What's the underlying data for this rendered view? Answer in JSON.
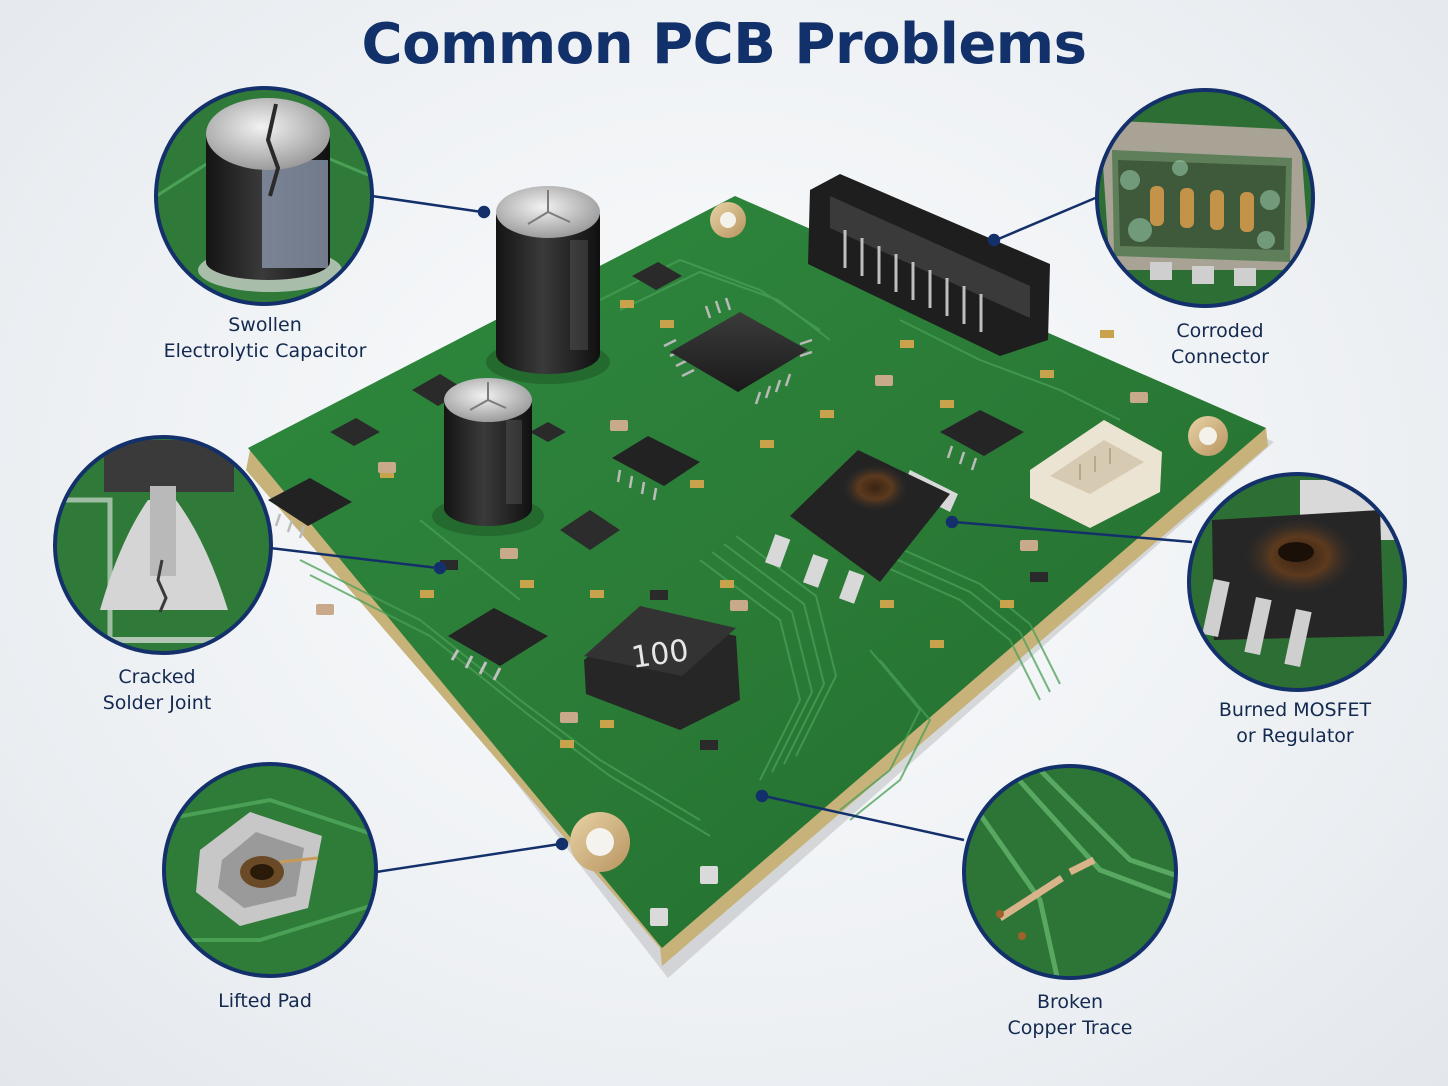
{
  "title": "Common PCB Problems",
  "colors": {
    "title": "#12316a",
    "callout_ring": "#14306b",
    "board_green": "#2f7d3a"
  },
  "callouts": [
    {
      "id": "swollen-capacitor",
      "line1": "Swollen",
      "line2": "Electrolytic Capacitor"
    },
    {
      "id": "corroded-connector",
      "line1": "Corroded",
      "line2": "Connector"
    },
    {
      "id": "cracked-solder-joint",
      "line1": "Cracked",
      "line2": "Solder Joint"
    },
    {
      "id": "burned-mosfet",
      "line1": "Burned MOSFET",
      "line2": "or Regulator"
    },
    {
      "id": "lifted-pad",
      "line1": "Lifted Pad",
      "line2": ""
    },
    {
      "id": "broken-trace",
      "line1": "Broken",
      "line2": "Copper Trace"
    }
  ],
  "board": {
    "inductor_marking": "100"
  }
}
